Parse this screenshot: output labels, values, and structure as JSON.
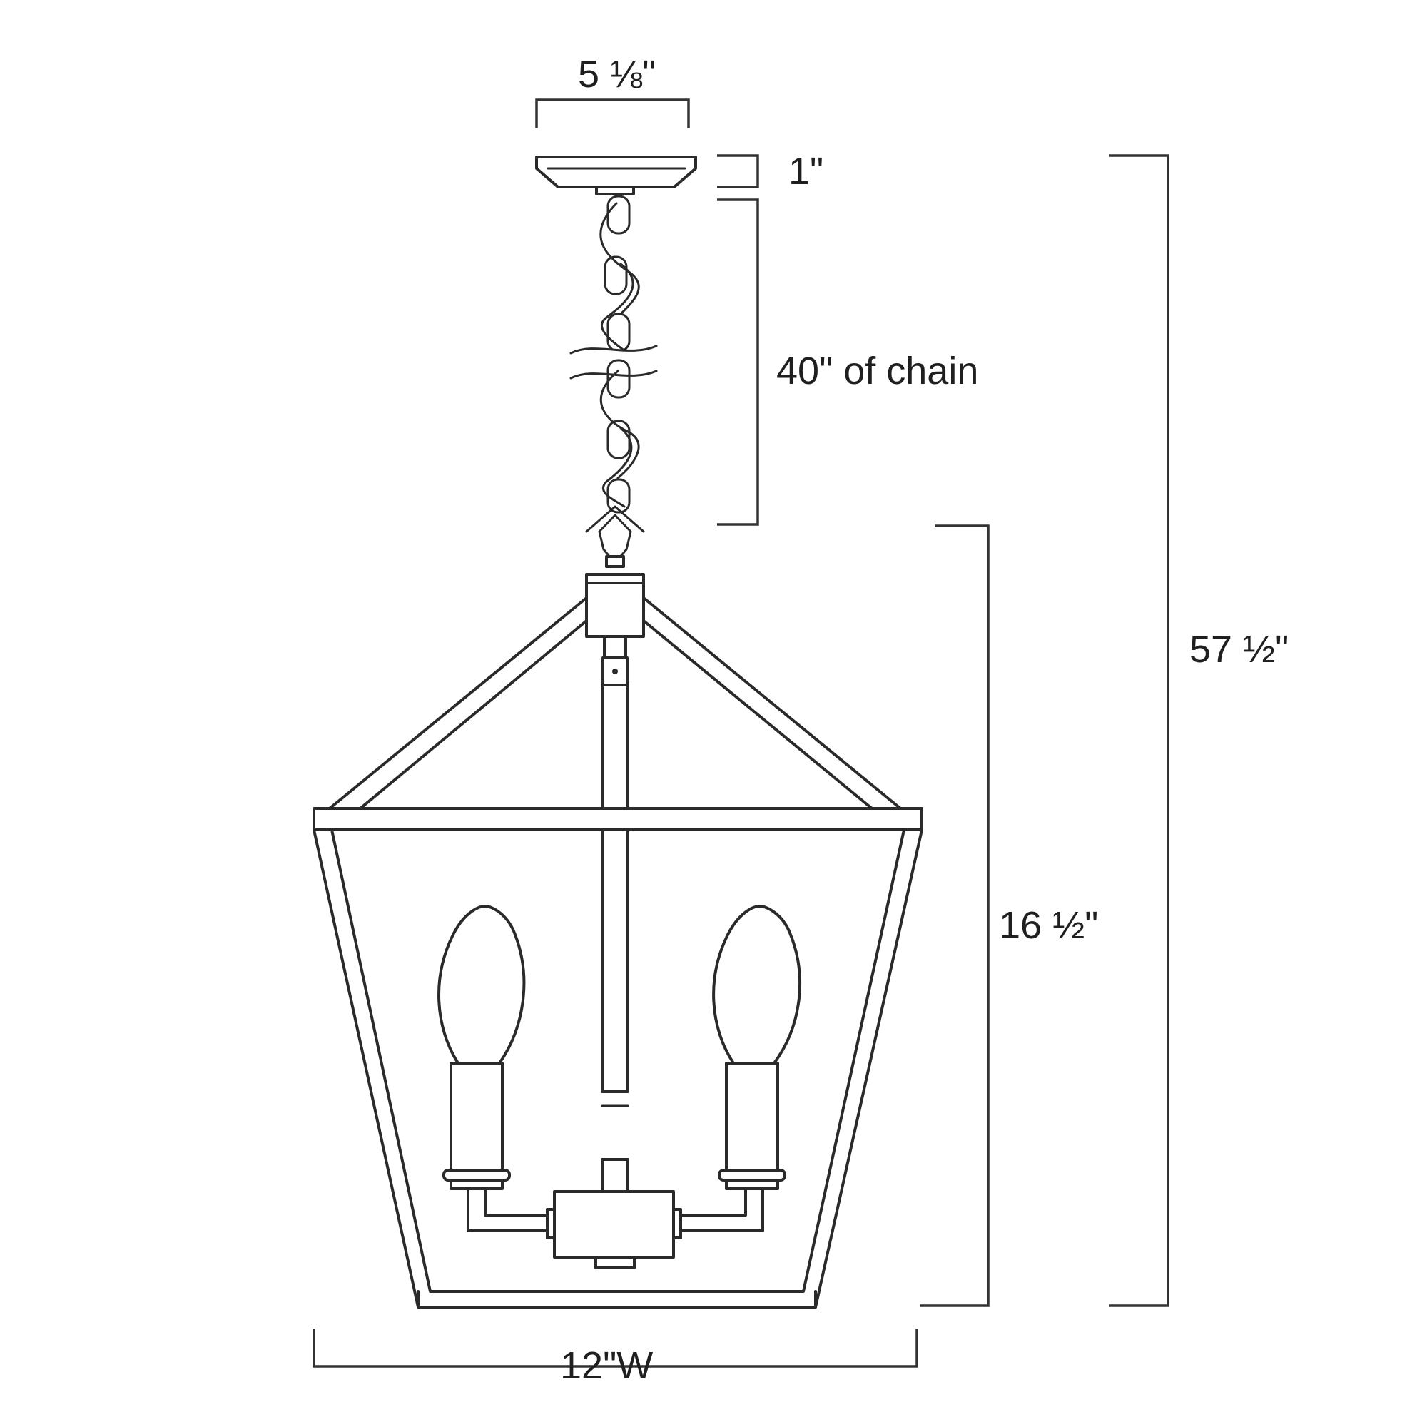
{
  "dimensions": {
    "canopy_width": "5 ⅛\"",
    "canopy_height": "1\"",
    "chain_length": "40\" of chain",
    "overall_height": "57 ½\"",
    "body_height": "16 ½\"",
    "body_width": "12\"W"
  },
  "colors": {
    "line": "#2a2a2a",
    "background": "#ffffff"
  }
}
